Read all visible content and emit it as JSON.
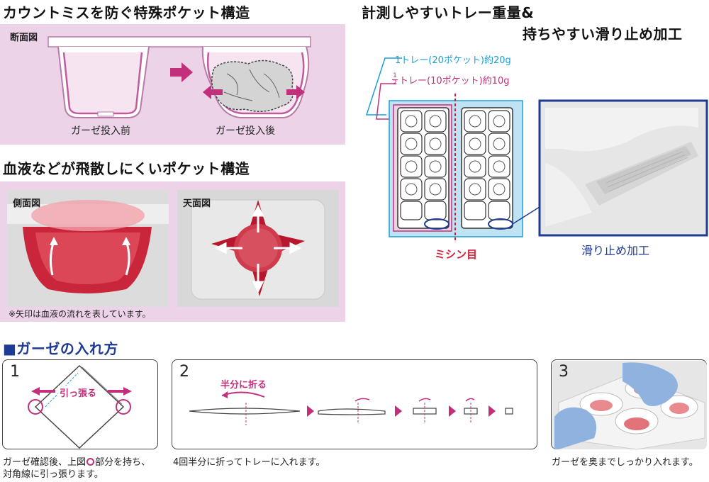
{
  "section1": {
    "title": "カウントミスを防ぐ特殊ポケット構造",
    "label": "断面図",
    "before": "ガーゼ投入前",
    "after": "ガーゼ投入後"
  },
  "section2": {
    "title": "血液などが飛散しにくいポケット構造",
    "side_label": "側面図",
    "top_label": "天面図",
    "note": "※矢印は血液の流れを表しています。"
  },
  "section3": {
    "title_line1": "計測しやすいトレー重量&",
    "title_line2": "持ちやすい滑り止め加工",
    "full_tray": "1トレー(20ポケット)約20g",
    "half_frac_num": "1",
    "half_frac_den": "2",
    "half_tray": "トレー(10ポケット)約10g",
    "perforation": "ミシン目",
    "nonslip": "滑り止め加工"
  },
  "howto": {
    "title": "■ガーゼの入れ方",
    "step1": {
      "num": "1",
      "action": "引っ張る",
      "desc_a": "ガーゼ確認後、上図",
      "desc_b": "部分を持ち、",
      "desc_line2": "対角線に引っ張ります。"
    },
    "step2": {
      "num": "2",
      "action": "半分に折る",
      "desc": "4回半分に折ってトレーに入れます。"
    },
    "step3": {
      "num": "3",
      "desc": "ガーゼを奥までしっかり入れます。"
    }
  },
  "colors": {
    "magenta": "#c2307b",
    "cyan": "#1aa0d8",
    "red": "#d3203a",
    "navy": "#1f3a93",
    "panel": "#ecd3e7"
  }
}
